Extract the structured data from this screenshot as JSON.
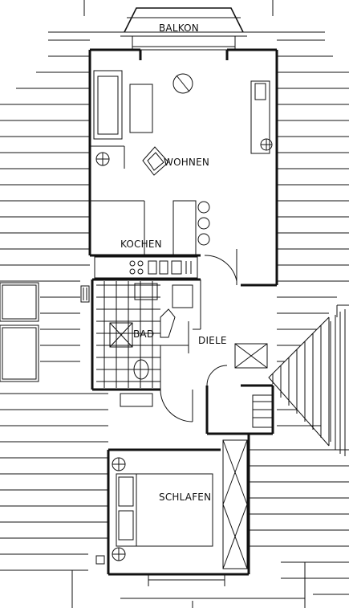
{
  "plan": {
    "rooms": {
      "balkon": "BALKON",
      "wohnen": "WOHNEN",
      "kochen": "KOCHEN",
      "bad": "BAD",
      "diele": "DIELE",
      "schlafen": "SCHLAFEN"
    }
  }
}
